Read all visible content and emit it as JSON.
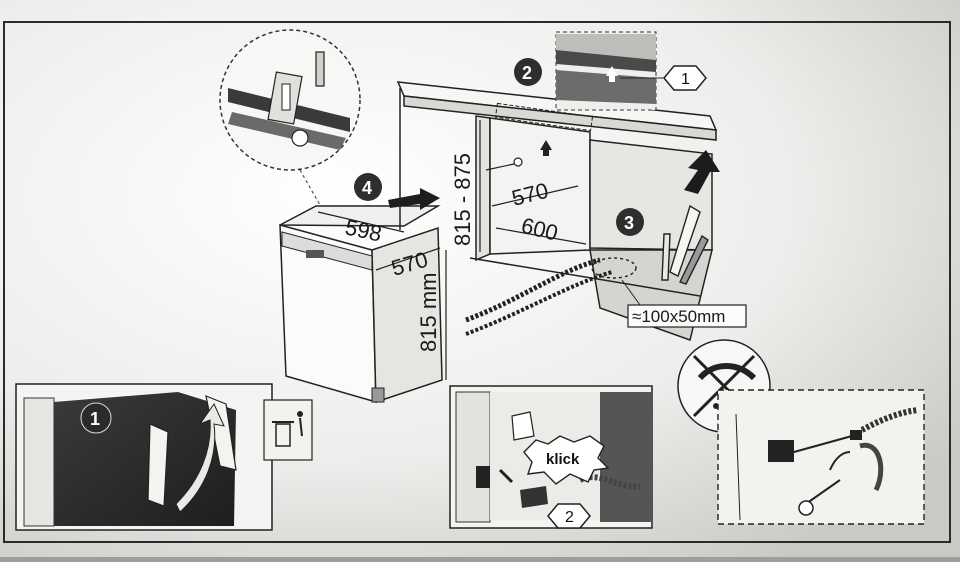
{
  "colors": {
    "paper": "#f4f4f1",
    "paper_shadow": "#bdbdba",
    "ink": "#1c1c1c",
    "badge": "#2e2e2e",
    "panel": "#dcdcda"
  },
  "icons": [
    "magnifier-detail-icon",
    "trash-bin-icon",
    "no-water-drip-icon",
    "up-arrow-icon"
  ],
  "steps": {
    "step1": "1",
    "step2": "2",
    "step3": "3",
    "step4": "4"
  },
  "hex_labels": {
    "hex1": "1",
    "hex2": "2"
  },
  "dimensions": {
    "width_598": "598",
    "depth_570_unit": "570",
    "height_815mm": "815 mm",
    "height_range": "815 - 875",
    "niche_depth_570": "570",
    "niche_width_600": "600",
    "cutout": "≈100x50mm"
  },
  "callouts": {
    "klick": "klick"
  }
}
